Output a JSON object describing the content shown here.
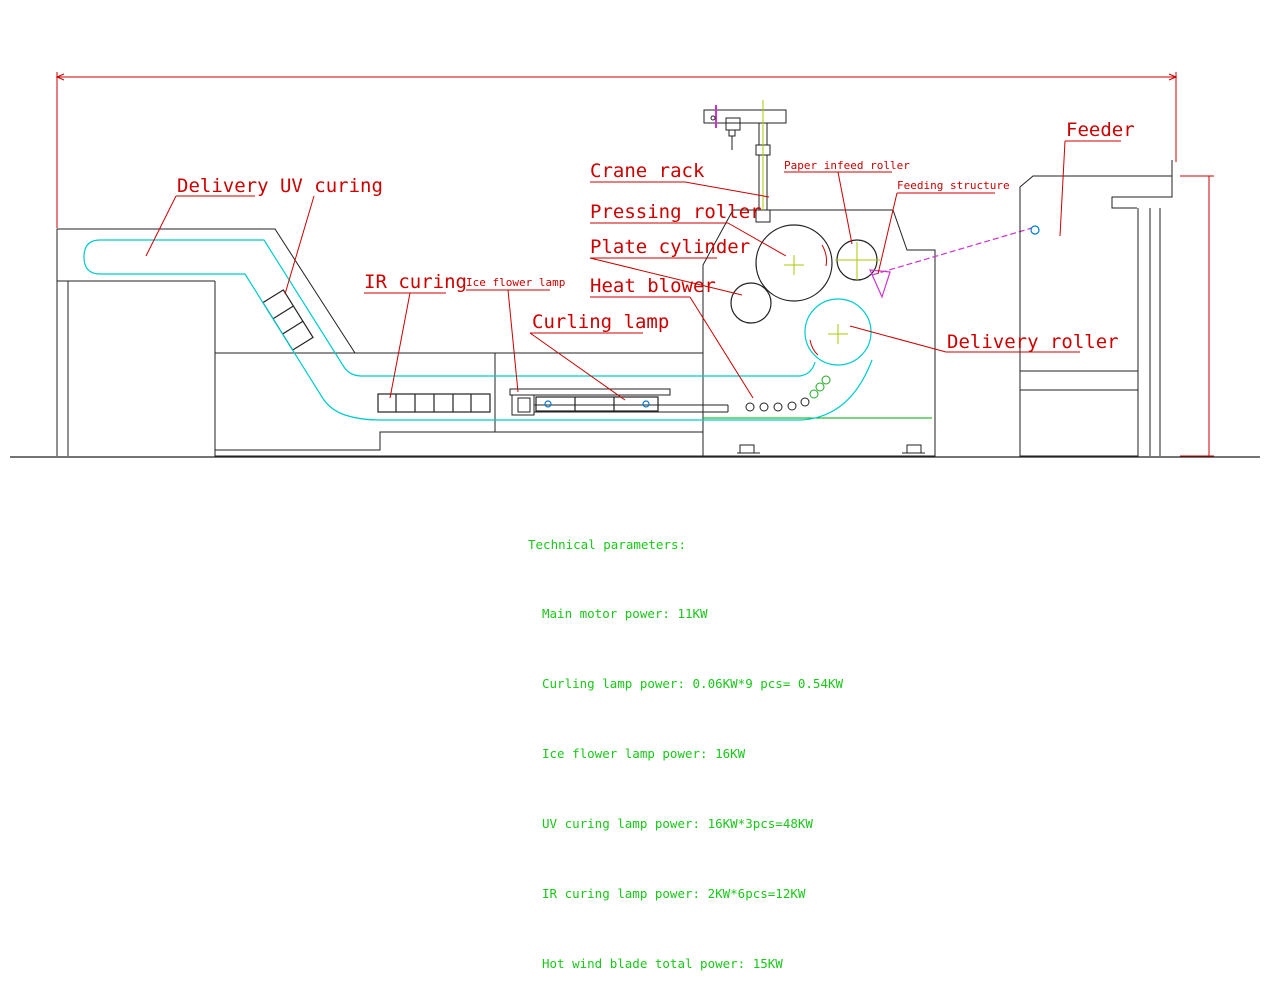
{
  "colors": {
    "outline": "#222222",
    "label": "#cc0000",
    "paper_path": "#00cccc",
    "feeding": "#cc33cc",
    "ground_line": "#00aa00",
    "params_text": "#19c819",
    "center_mark": "#a8c800"
  },
  "labels": {
    "feeder": "Feeder",
    "delivery_uv_curing": "Delivery UV curing",
    "crane_rack": "Crane rack",
    "paper_infeed_roller": "Paper infeed roller",
    "feeding_structure": "Feeding structure",
    "pressing_roller": "Pressing roller",
    "plate_cylinder": "Plate cylinder",
    "heat_blower": "Heat blower",
    "ir_curing": "IR curing",
    "ice_flower_lamp": "Ice flower lamp",
    "curling_lamp": "Curling lamp",
    "delivery_roller": "Delivery roller"
  },
  "technical": {
    "title": "Technical parameters:",
    "items": [
      "Main motor power: 11KW",
      "Curling lamp power: 0.06KW*9 pcs= 0.54KW",
      "Ice flower lamp power: 16KW",
      "UV curing lamp power: 16KW*3pcs=48KW",
      "IR curing lamp power: 2KW*6pcs=12KW",
      "Hot wind blade total power: 15KW"
    ]
  }
}
